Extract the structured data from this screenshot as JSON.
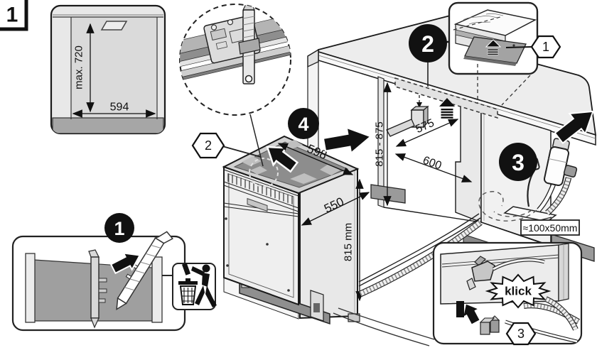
{
  "figure": {
    "marker": "1"
  },
  "niche_panel": {
    "height_dim": "max. 720",
    "width_dim": "594"
  },
  "scene": {
    "badge_2": "2",
    "badge_3": "3",
    "badge_4": "4",
    "hex_1": "1",
    "hex_2": "2",
    "dim_top_width": "598",
    "dim_depth": "550",
    "dim_height": "815 mm",
    "dim_niche_height": "815 - 875",
    "dim_niche_depth": "575",
    "dim_counter_depth": "600",
    "cutout_label": "≈100x50mm"
  },
  "removal_panel": {
    "badge_1": "1"
  },
  "connection_panel": {
    "hex_3": "3",
    "klick_label": "klick"
  },
  "colors": {
    "line": "#1a1a1a",
    "surface_light": "#ededed",
    "surface_mid": "#b5b5b5",
    "surface_dark": "#8d8d8d",
    "badge_fill": "#111111"
  }
}
